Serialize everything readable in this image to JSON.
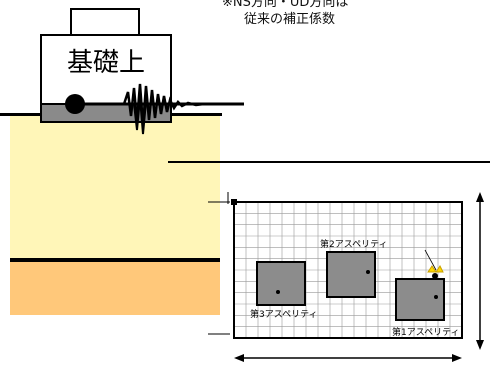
{
  "caption": {
    "line1": "※NS方向・UD方向は",
    "line2": "従来の補正係数"
  },
  "block_label": "基礎上",
  "fault_figure": {
    "asperity_labels": [
      "第2アスペリティ",
      "第3アスペリティ",
      "第1アスペリティ"
    ],
    "grid": {
      "columns": 19,
      "rows": 12
    }
  },
  "colors": {
    "ground_yellow": "#fff6b8",
    "ground_orange": "#ffc87a",
    "block_base": "#8a8a8a",
    "asperity_fill": "#8c8c8c",
    "hypocenter_mark": "#ffd700"
  }
}
